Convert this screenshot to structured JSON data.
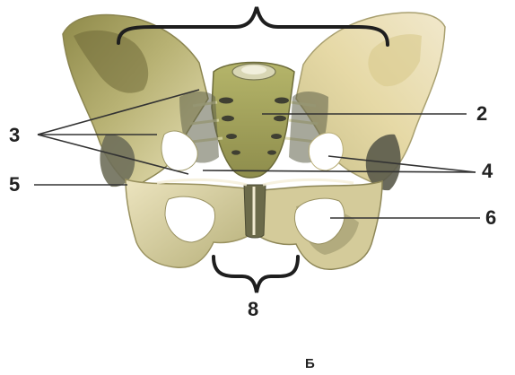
{
  "labels": {
    "l2": "2",
    "l3": "3",
    "l4": "4",
    "l5": "5",
    "l6": "6",
    "l8": "8"
  },
  "caption": "Б",
  "colors": {
    "bone_light": "#e8e0b0",
    "bone_olive": "#a9a55c",
    "bone_dark": "#7d7a45",
    "bone_pale": "#f2ead2",
    "bone_shadow": "#6f6f5a",
    "line": "#333333"
  }
}
